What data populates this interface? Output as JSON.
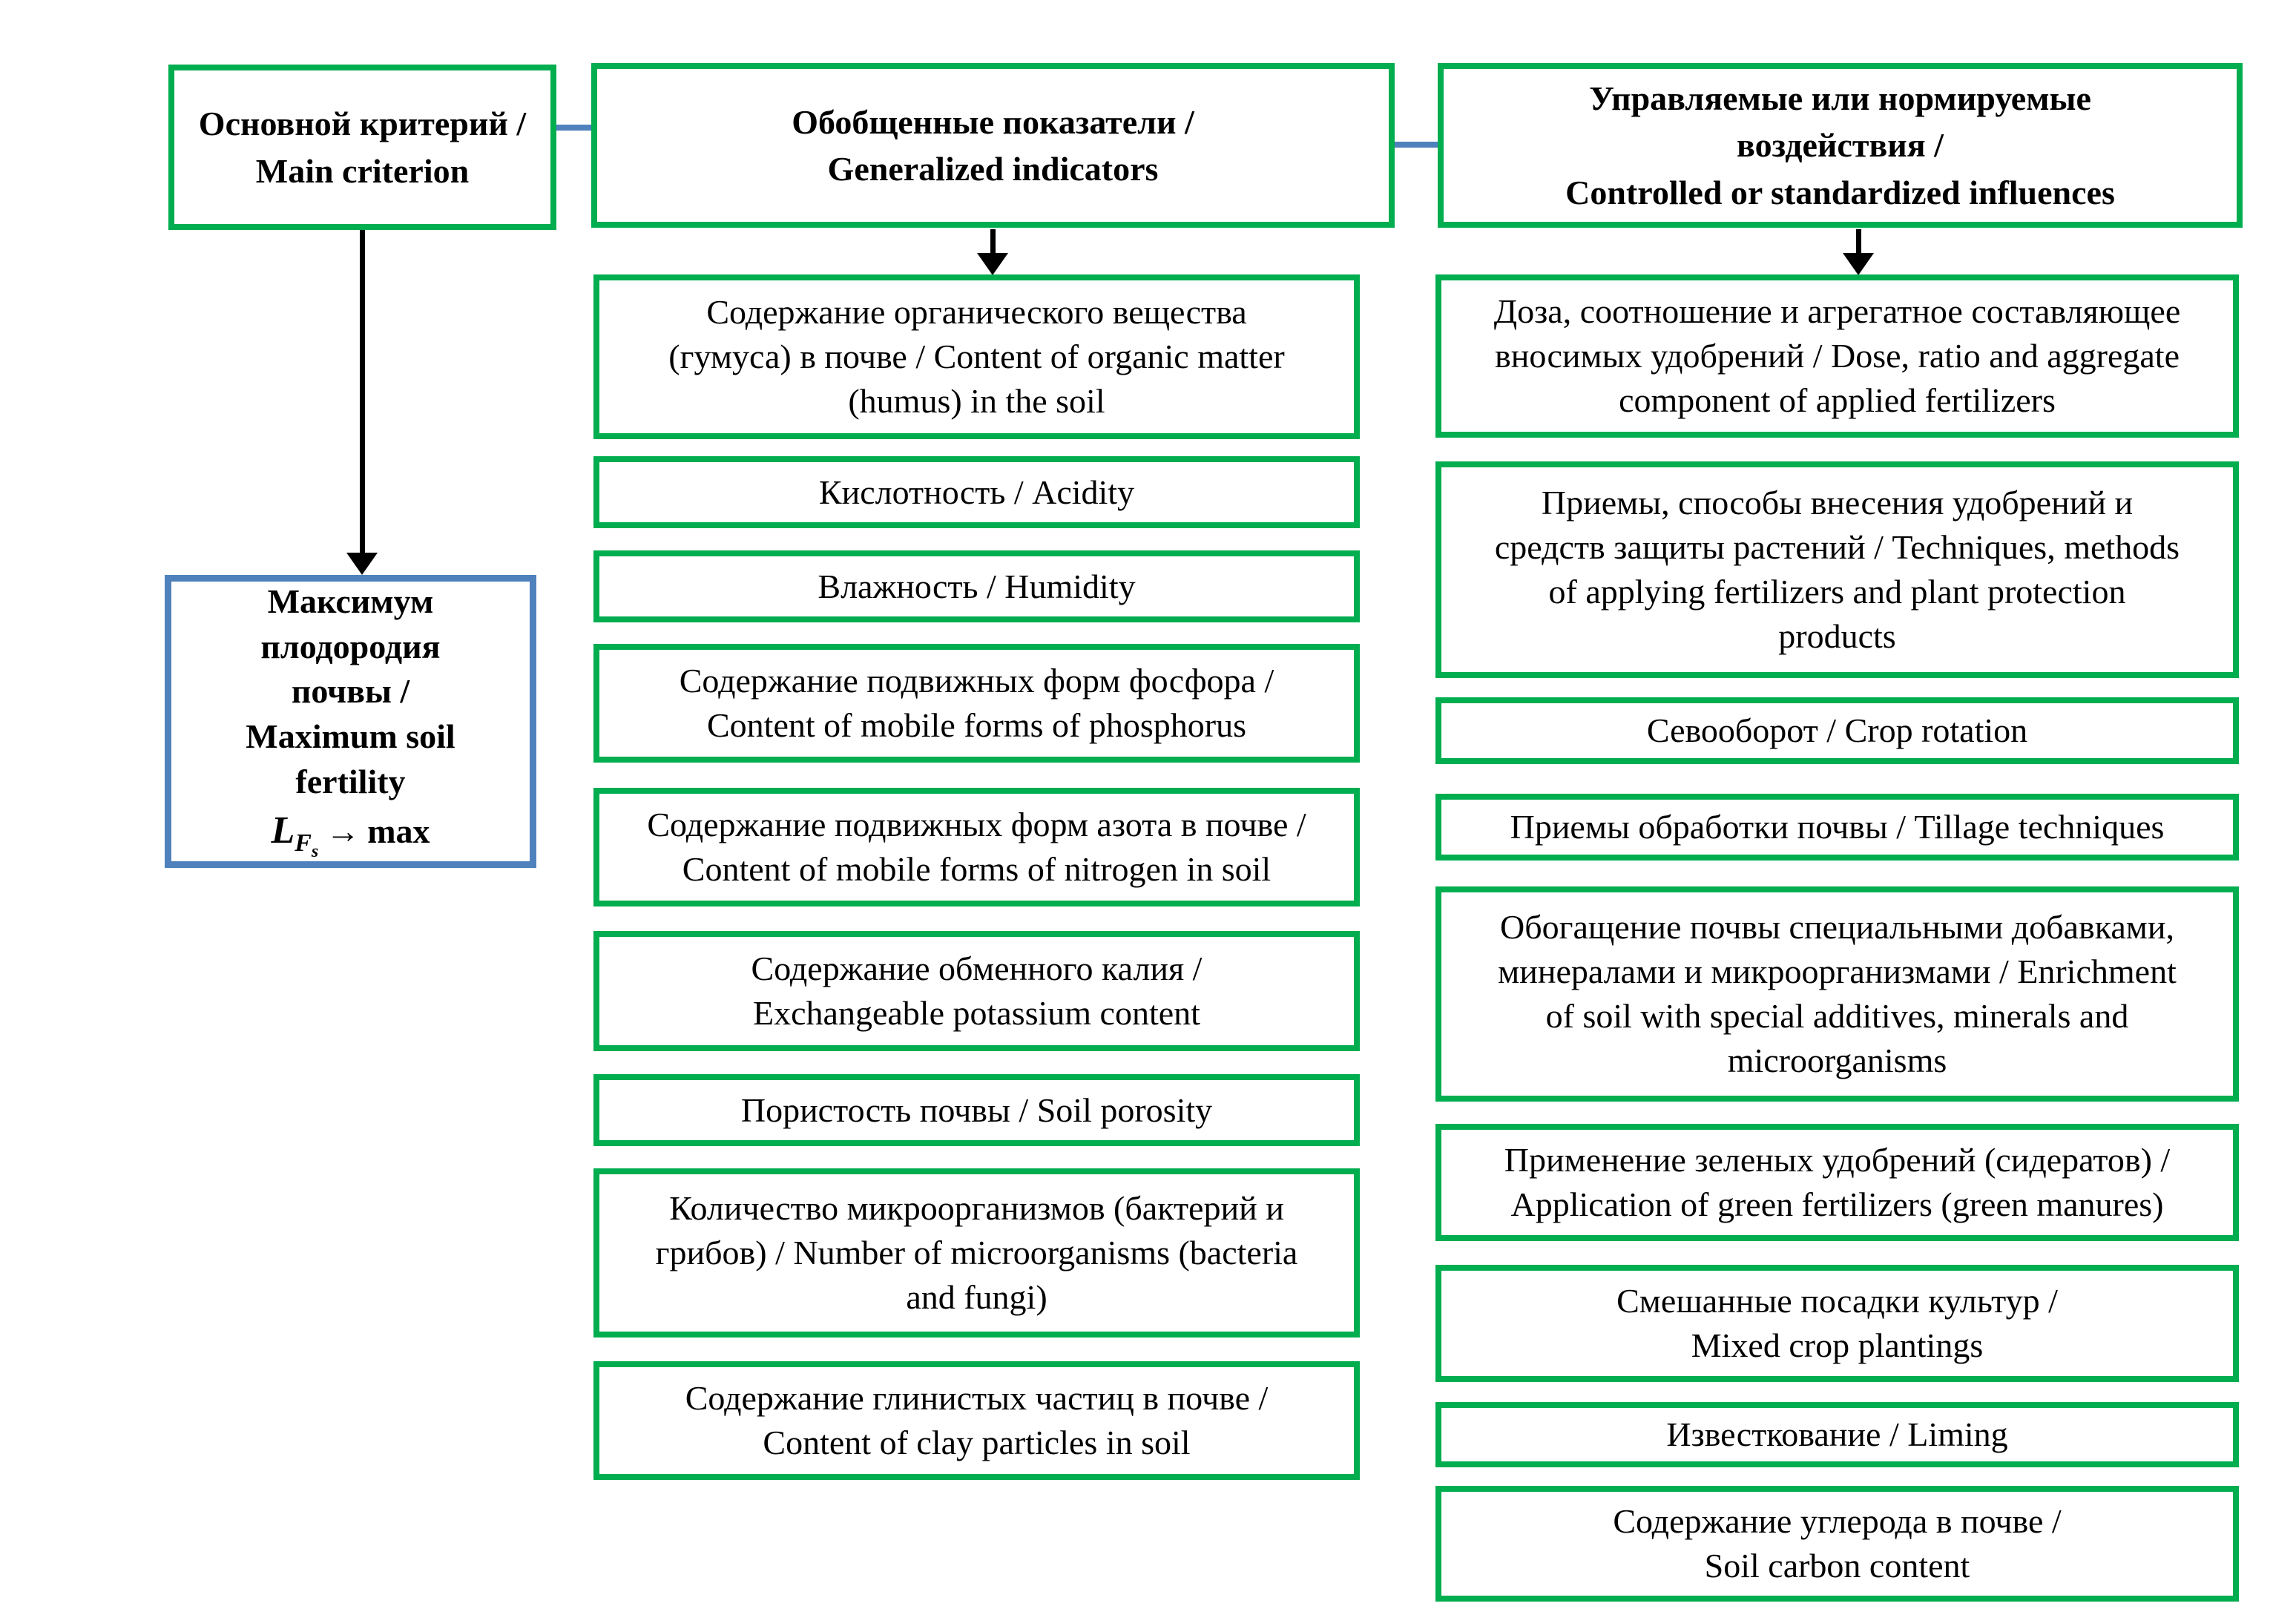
{
  "colors": {
    "green_border": "#00AD4F",
    "blue_border": "#4F81BD",
    "text": "#000000"
  },
  "headers": {
    "main_criterion": [
      "Основной критерий /",
      "Main criterion"
    ],
    "generalized_indicators": [
      "Обобщенные показатели /",
      "Generalized indicators"
    ],
    "controlled_influences": [
      "Управляемые или нормируемые",
      "воздействия /",
      "Controlled or standardized influences"
    ]
  },
  "goal_box": {
    "lines": [
      "Максимум",
      "плодородия",
      "почвы /",
      "Maximum soil",
      "fertility"
    ],
    "formula": {
      "variable": "L",
      "subscript": "F",
      "subsubscript": "s",
      "arrow": "→",
      "objective": "max"
    }
  },
  "generalized_indicators": [
    {
      "id": "organic-matter",
      "lines": [
        "Содержание органического вещества",
        "(гумуса) в почве / Content of organic matter",
        "(humus) in the soil"
      ]
    },
    {
      "id": "acidity",
      "lines": [
        "Кислотность / Acidity"
      ]
    },
    {
      "id": "humidity",
      "lines": [
        "Влажность / Humidity"
      ]
    },
    {
      "id": "phosphorus",
      "lines": [
        "Содержание подвижных форм фосфора /",
        "Content of mobile forms of phosphorus"
      ]
    },
    {
      "id": "nitrogen",
      "lines": [
        "Содержание подвижных форм азота в почве /",
        "Content of mobile forms of nitrogen in soil"
      ]
    },
    {
      "id": "potassium",
      "lines": [
        "Содержание обменного калия /",
        "Exchangeable potassium content"
      ]
    },
    {
      "id": "porosity",
      "lines": [
        "Пористость почвы / Soil porosity"
      ]
    },
    {
      "id": "microorganisms",
      "lines": [
        "Количество микроорганизмов (бактерий и",
        "грибов) / Number of microorganisms (bacteria",
        "and fungi)"
      ]
    },
    {
      "id": "clay-particles",
      "lines": [
        "Содержание глинистых частиц в почве /",
        "Content of clay particles in soil"
      ]
    }
  ],
  "controlled_influences": [
    {
      "id": "fertilizer-dose",
      "lines": [
        "Доза, соотношение и агрегатное составляющее",
        "вносимых удобрений / Dose, ratio and aggregate",
        "component of applied fertilizers"
      ]
    },
    {
      "id": "application-methods",
      "lines": [
        "Приемы, способы внесения удобрений и",
        "средств защиты растений / Techniques, methods",
        "of applying fertilizers and plant protection",
        "products"
      ]
    },
    {
      "id": "crop-rotation",
      "lines": [
        "Севооборот / Crop rotation"
      ]
    },
    {
      "id": "tillage",
      "lines": [
        "Приемы обработки почвы / Tillage techniques"
      ]
    },
    {
      "id": "soil-enrichment",
      "lines": [
        "Обогащение почвы специальными добавками,",
        "минералами и микроорганизмами / Enrichment",
        "of soil with special additives, minerals and",
        "microorganisms"
      ]
    },
    {
      "id": "green-fertilizers",
      "lines": [
        "Применение зеленых удобрений (сидератов) /",
        "Application of green fertilizers (green manures)"
      ]
    },
    {
      "id": "mixed-plantings",
      "lines": [
        "Смешанные посадки культур /",
        "Mixed crop plantings"
      ]
    },
    {
      "id": "liming",
      "lines": [
        "Известкование / Liming"
      ]
    },
    {
      "id": "soil-carbon",
      "lines": [
        "Содержание углерода в почве /",
        "Soil carbon content"
      ]
    }
  ]
}
